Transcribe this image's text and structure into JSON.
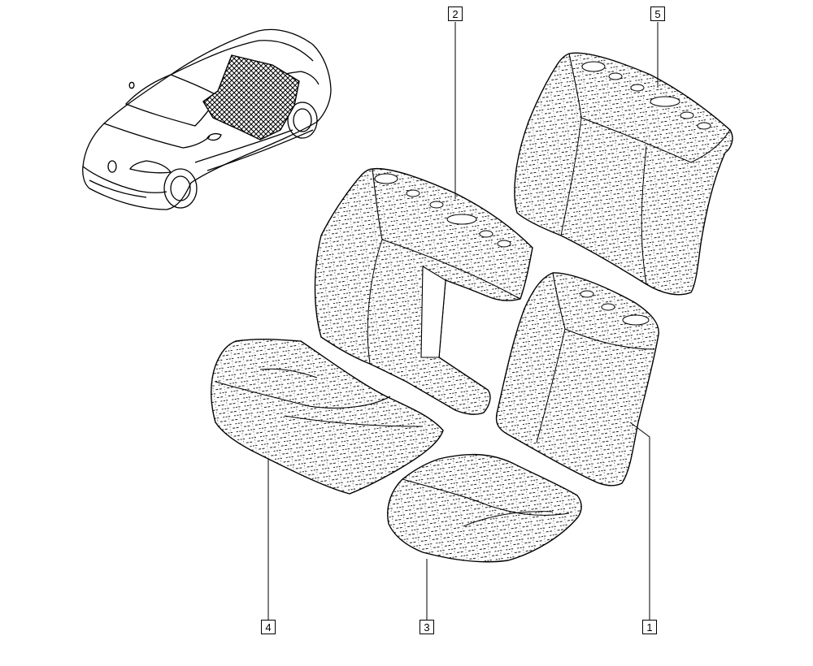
{
  "callouts": [
    {
      "id": "1",
      "label": "1"
    },
    {
      "id": "2",
      "label": "2"
    },
    {
      "id": "3",
      "label": "3"
    },
    {
      "id": "4",
      "label": "4"
    },
    {
      "id": "5",
      "label": "5"
    }
  ],
  "colors": {
    "line": "#000000",
    "hatch": "#1a1a1a",
    "background": "#ffffff"
  }
}
